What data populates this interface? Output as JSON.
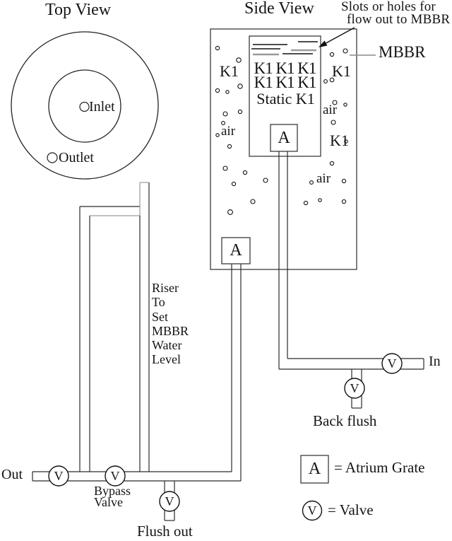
{
  "top_view": {
    "title": "Top View",
    "inlet": "Inlet",
    "outlet": "Outlet"
  },
  "side_view": {
    "title": "Side View",
    "note_line1": "Slots or holes for",
    "note_line2": "flow out to MBBR",
    "mbbr": "MBBR",
    "k1": "K1",
    "k1_row": "K1 K1 K1",
    "static_k1": "Static K1",
    "air": "air"
  },
  "piping": {
    "riser_lines": [
      "Riser",
      "To",
      "Set",
      "MBBR",
      "Water",
      "Level"
    ],
    "out": "Out",
    "in": "In",
    "bypass_line1": "Bypass",
    "bypass_line2": "Valve",
    "flush_out": "Flush out",
    "back_flush": "Back flush"
  },
  "legend": {
    "atrium_symbol": "A",
    "atrium_text": "= Atrium Grate",
    "valve_symbol": "V",
    "valve_text": "= Valve"
  }
}
